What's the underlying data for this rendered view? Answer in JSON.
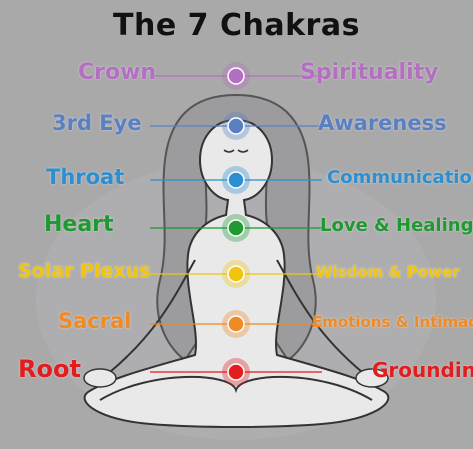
{
  "title": "The 7 Chakras",
  "chakras": [
    {
      "name": "Crown",
      "meaning": "Spirituality",
      "color": "#b46fc2"
    },
    {
      "name": "3rd Eye",
      "meaning": "Awareness",
      "color": "#5a80c4"
    },
    {
      "name": "Throat",
      "meaning": "Communication",
      "color": "#2c8fd1"
    },
    {
      "name": "Heart",
      "meaning": "Love & Healing",
      "color": "#1f9a33"
    },
    {
      "name": "Solar Plexus",
      "meaning": "Wisdom & Power",
      "color": "#f1c40f"
    },
    {
      "name": "Sacral",
      "meaning": "Emotions & Intimacy",
      "color": "#f08a24"
    },
    {
      "name": "Root",
      "meaning": "Grounding",
      "color": "#e11d1d"
    }
  ]
}
